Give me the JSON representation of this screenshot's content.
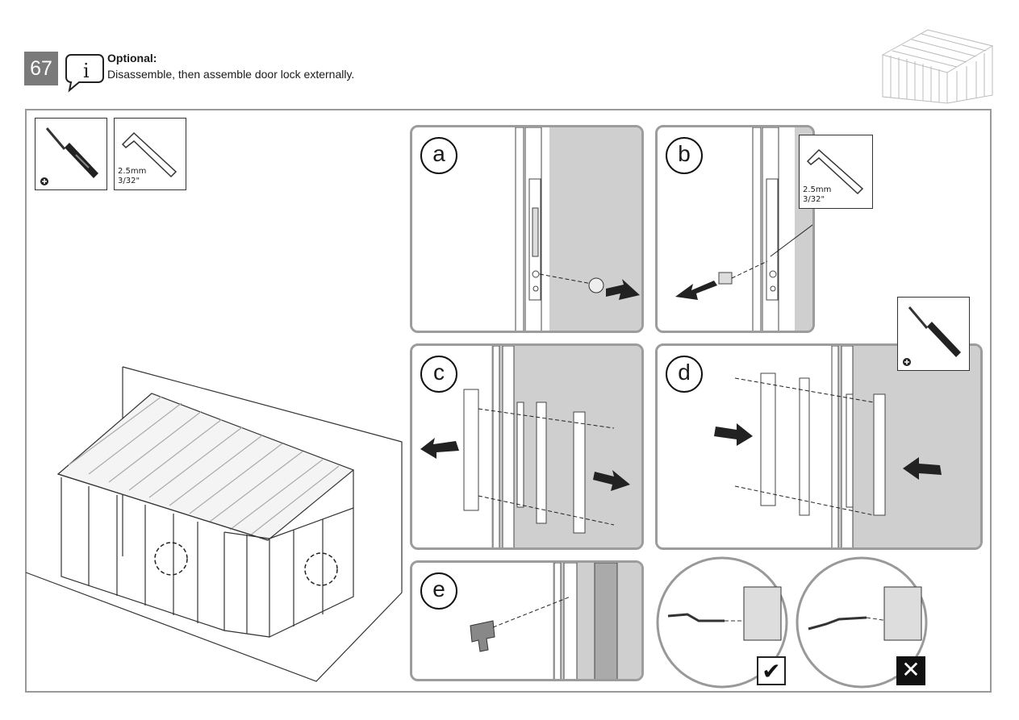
{
  "step": {
    "number": "67"
  },
  "header": {
    "title": "Optional:",
    "instruction": "Disassemble, then assemble door lock externally."
  },
  "tools": [
    {
      "icon": "phillips-screwdriver-icon"
    },
    {
      "icon": "allen-key-icon",
      "size_mm": "2.5mm",
      "size_in": "3/32\""
    }
  ],
  "panels": [
    {
      "letter": "a"
    },
    {
      "letter": "b",
      "key_size_mm": "2.5mm",
      "key_size_in": "3/32\""
    },
    {
      "letter": "c"
    },
    {
      "letter": "d"
    },
    {
      "letter": "e"
    }
  ],
  "check": {
    "correct_symbol": "✔",
    "wrong_symbol": "✕"
  },
  "colors": {
    "badge": "#7a7a7a",
    "frame": "#9a9a9a",
    "panel_fill": "#cfcfcf"
  }
}
